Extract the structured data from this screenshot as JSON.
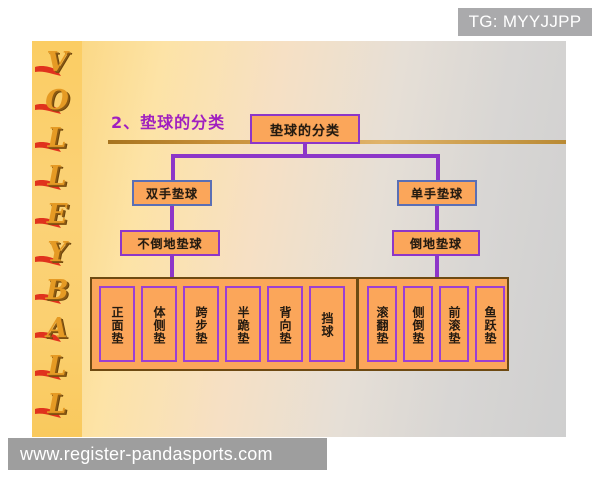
{
  "badge": {
    "text": "TG: MYYJJPP"
  },
  "watermark": {
    "text": "www.register-pandasports.com"
  },
  "slide": {
    "title": "2、垫球的分类",
    "side_word": "VOLLEYBALL",
    "side_letters": [
      "V",
      "O",
      "L",
      "L",
      "E",
      "Y",
      "B",
      "A",
      "L",
      "L"
    ]
  },
  "diagram": {
    "type": "tree",
    "root": {
      "label": "垫球的分类"
    },
    "branches": [
      {
        "level2": {
          "label": "双手垫球"
        },
        "level3": {
          "label": "不倒地垫球"
        },
        "leaves": [
          {
            "label": "正面垫"
          },
          {
            "label": "体侧垫"
          },
          {
            "label": "跨步垫"
          },
          {
            "label": "半跪垫"
          },
          {
            "label": "背向垫"
          },
          {
            "label": "挡球"
          }
        ]
      },
      {
        "level2": {
          "label": "单手垫球"
        },
        "level3": {
          "label": "倒地垫球"
        },
        "leaves": [
          {
            "label": "滚翻垫"
          },
          {
            "label": "侧倒垫"
          },
          {
            "label": "前滚垫"
          },
          {
            "label": "鱼跃垫"
          }
        ]
      }
    ]
  },
  "colors": {
    "node_fill": "#fba65a",
    "node_border": "#8d36c8",
    "node_border_blue": "#5a6fb5",
    "panel_border": "#6e4a12",
    "title_color": "#a01fc0",
    "rule_color": "#c9913a",
    "badge_bg": "#aaaaac",
    "watermark_bg": "#9e9e9e",
    "letter_gold": "#e59a24",
    "swoosh_red": "#e0321d"
  }
}
